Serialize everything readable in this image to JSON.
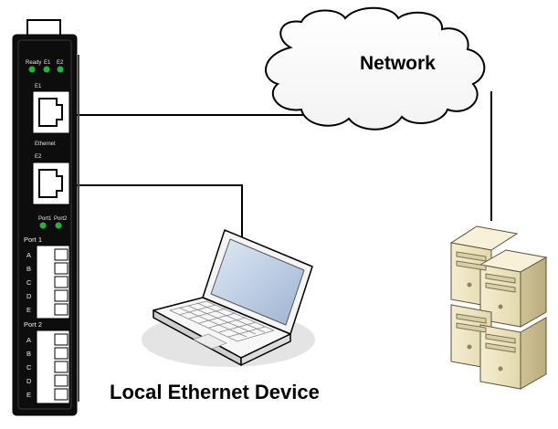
{
  "diagram": {
    "network_label": "Network",
    "local_device_label": "Local Ethernet Device"
  },
  "gateway": {
    "leds": [
      "Ready",
      "E1",
      "E2"
    ],
    "port_e1": "E1",
    "ethernet_label": "Ethernet",
    "port_e2": "E2",
    "serial_leds": [
      "Port1",
      "Port2"
    ],
    "port1": {
      "label": "Port 1",
      "pins": [
        "A",
        "B",
        "C",
        "D",
        "E"
      ]
    },
    "port2": {
      "label": "Port 2",
      "pins": [
        "A",
        "B",
        "C",
        "D",
        "E"
      ]
    }
  },
  "colors": {
    "device_body": "#0d0d0d",
    "led": "#1fb53a",
    "cable": "#000000",
    "server_beige": "#efe6c2"
  },
  "icons": [
    "cloud-icon",
    "laptop-icon",
    "server-stack-icon",
    "rj45-port-icon",
    "terminal-block-icon"
  ]
}
